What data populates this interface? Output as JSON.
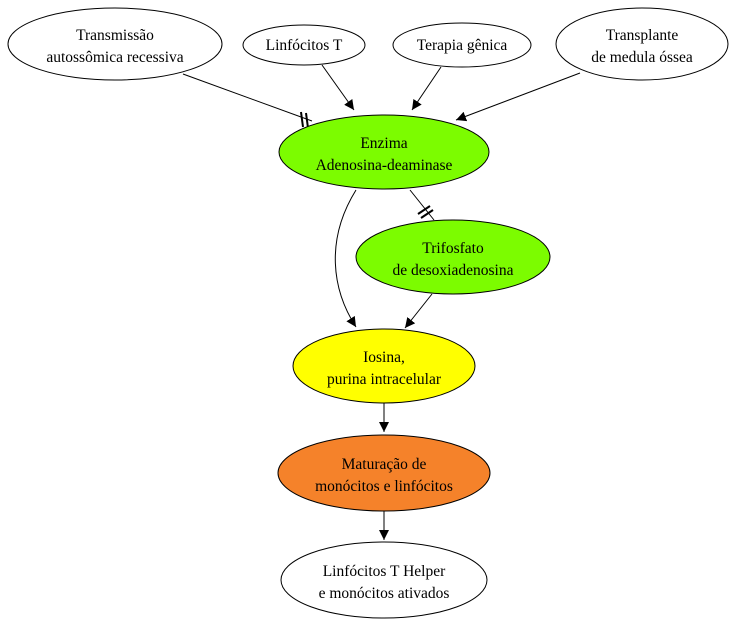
{
  "nodes": {
    "transmissao": {
      "lines": [
        "Transmissão",
        "autossômica recessiva"
      ],
      "fill": "#ffffff"
    },
    "linfocitos_t": {
      "lines": [
        "Linfócitos T"
      ],
      "fill": "#ffffff"
    },
    "terapia": {
      "lines": [
        "Terapia gênica"
      ],
      "fill": "#ffffff"
    },
    "transplante": {
      "lines": [
        "Transplante",
        "de medula óssea"
      ],
      "fill": "#ffffff"
    },
    "enzima": {
      "lines": [
        "Enzima",
        "Adenosina-deaminase"
      ],
      "fill": "#7cfc00"
    },
    "trifosfato": {
      "lines": [
        "Trifosfato",
        "de desoxiadenosina"
      ],
      "fill": "#7cfc00"
    },
    "iosina": {
      "lines": [
        "Iosina,",
        "purina intracelular"
      ],
      "fill": "#ffff00"
    },
    "maturacao": {
      "lines": [
        "Maturação de",
        "monócitos e linfócitos"
      ],
      "fill": "#f5822a"
    },
    "helper": {
      "lines": [
        "Linfócitos T Helper",
        "e monócitos ativados"
      ],
      "fill": "#ffffff"
    }
  },
  "edges": [
    {
      "from": "transmissao",
      "to": "enzima",
      "type": "inhibit"
    },
    {
      "from": "linfocitos_t",
      "to": "enzima",
      "type": "activate"
    },
    {
      "from": "terapia",
      "to": "enzima",
      "type": "activate"
    },
    {
      "from": "transplante",
      "to": "enzima",
      "type": "activate"
    },
    {
      "from": "enzima",
      "to": "trifosfato",
      "type": "inhibit"
    },
    {
      "from": "enzima",
      "to": "iosina",
      "type": "activate"
    },
    {
      "from": "trifosfato",
      "to": "iosina",
      "type": "activate"
    },
    {
      "from": "iosina",
      "to": "maturacao",
      "type": "activate"
    },
    {
      "from": "maturacao",
      "to": "helper",
      "type": "activate"
    }
  ]
}
